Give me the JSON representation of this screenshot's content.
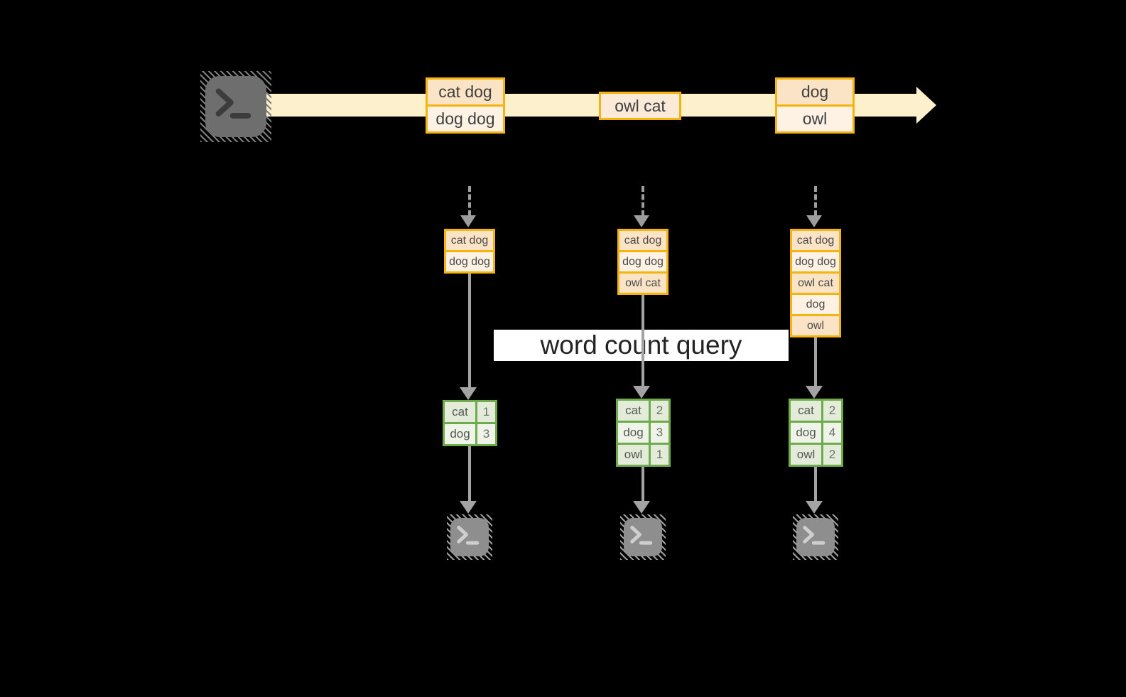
{
  "diagram": {
    "query_label": "word count query",
    "stream_groups": [
      {
        "records": [
          "cat dog",
          "dog dog"
        ]
      },
      {
        "records": [
          "owl cat"
        ]
      },
      {
        "records": [
          "dog",
          "owl"
        ]
      }
    ],
    "stacks": [
      {
        "items": [
          "cat dog",
          "dog dog"
        ]
      },
      {
        "items": [
          "cat dog",
          "dog dog",
          "owl cat"
        ]
      },
      {
        "items": [
          "cat dog",
          "dog dog",
          "owl cat",
          "dog",
          "owl"
        ]
      }
    ],
    "count_tables": [
      {
        "rows": [
          {
            "word": "cat",
            "count": "1"
          },
          {
            "word": "dog",
            "count": "3"
          }
        ]
      },
      {
        "rows": [
          {
            "word": "cat",
            "count": "2"
          },
          {
            "word": "dog",
            "count": "3"
          },
          {
            "word": "owl",
            "count": "1"
          }
        ]
      },
      {
        "rows": [
          {
            "word": "cat",
            "count": "2"
          },
          {
            "word": "dog",
            "count": "4"
          },
          {
            "word": "owl",
            "count": "2"
          }
        ]
      }
    ],
    "icons": {
      "source": "terminal-icon",
      "sinks": [
        "terminal-icon",
        "terminal-icon",
        "terminal-icon"
      ]
    },
    "colors": {
      "background": "#000000",
      "stream_band": "#fdf0cd",
      "record_border": "#f5b30e",
      "record_fill_dark": "#fbe3c6",
      "record_fill_light": "#fdf2e4",
      "table_border": "#6faa4c",
      "table_fill_dark": "#e2ecd8",
      "table_fill_light": "#eef4e8",
      "arrow_gray": "#a3a3a3",
      "query_box_bg": "#ffffff"
    }
  }
}
